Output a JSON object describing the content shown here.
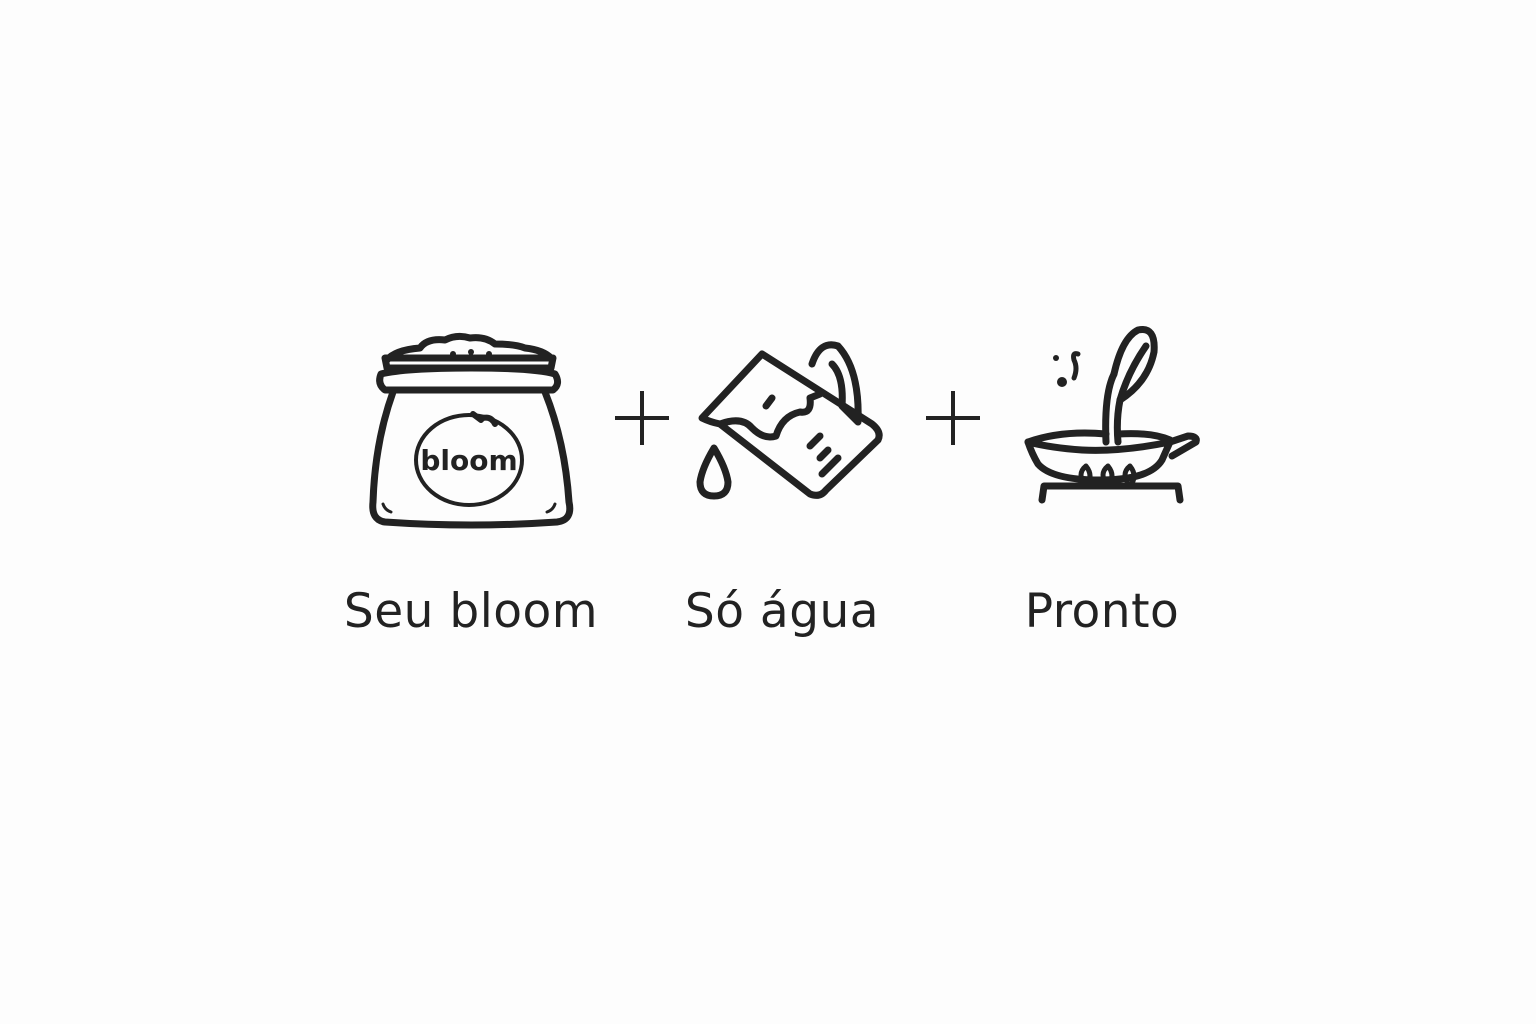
{
  "steps": [
    {
      "label": "Seu bloom",
      "icon": "bag-icon",
      "bag_text": "bloom"
    },
    {
      "label": "Só água",
      "icon": "pouring-pitcher-icon"
    },
    {
      "label": "Pronto",
      "icon": "pan-on-stove-icon"
    }
  ],
  "separator": "plus-icon",
  "colors": {
    "ink": "#222222",
    "background": "#fdfdfd"
  }
}
